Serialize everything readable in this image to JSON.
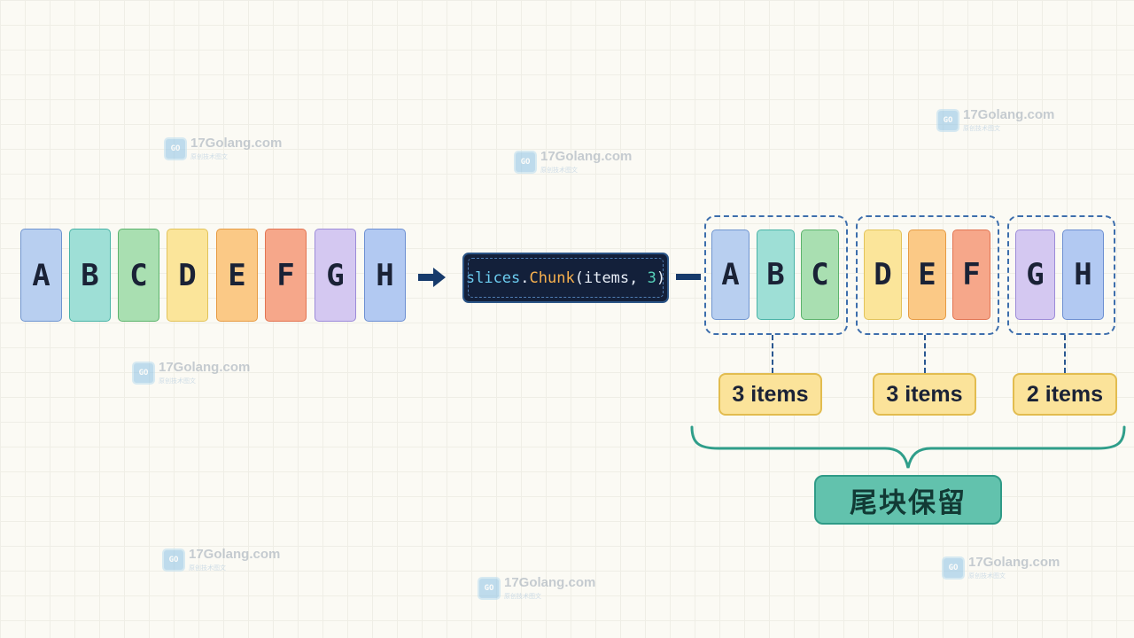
{
  "watermark": {
    "name": "17Golang.com",
    "sub": "原创技术图文",
    "logo_icon": "golang-logo-icon"
  },
  "input": {
    "letters": [
      "A",
      "B",
      "C",
      "D",
      "E",
      "F",
      "G",
      "H"
    ],
    "colors": [
      {
        "fill": "#b8cff0",
        "border": "#6f95d0"
      },
      {
        "fill": "#9edfd6",
        "border": "#48b3a6"
      },
      {
        "fill": "#a9dfb1",
        "border": "#5cb36c"
      },
      {
        "fill": "#fbe59a",
        "border": "#e2c35a"
      },
      {
        "fill": "#fbc986",
        "border": "#e69b43"
      },
      {
        "fill": "#f6a78a",
        "border": "#e27452"
      },
      {
        "fill": "#d4c8f1",
        "border": "#9c8bd8"
      },
      {
        "fill": "#b2c9f2",
        "border": "#6d8fd2"
      }
    ]
  },
  "code": {
    "fn": "slices",
    "dot": ".",
    "method": "Chunk",
    "open": "(",
    "args": "items, ",
    "num": "3",
    "close": ")"
  },
  "chunks": [
    {
      "letters": [
        "A",
        "B",
        "C"
      ],
      "count_label": "3 items"
    },
    {
      "letters": [
        "D",
        "E",
        "F"
      ],
      "count_label": "3 items"
    },
    {
      "letters": [
        "G",
        "H"
      ],
      "count_label": "2 items"
    }
  ],
  "tail_label": "尾块保留",
  "colors": {
    "arrow": "#163a6b",
    "brace": "#2f9e8a",
    "code_fn": "#6ccdf0",
    "code_method": "#f6b04e",
    "code_text": "#e8eef7",
    "code_num": "#56d0b8"
  }
}
